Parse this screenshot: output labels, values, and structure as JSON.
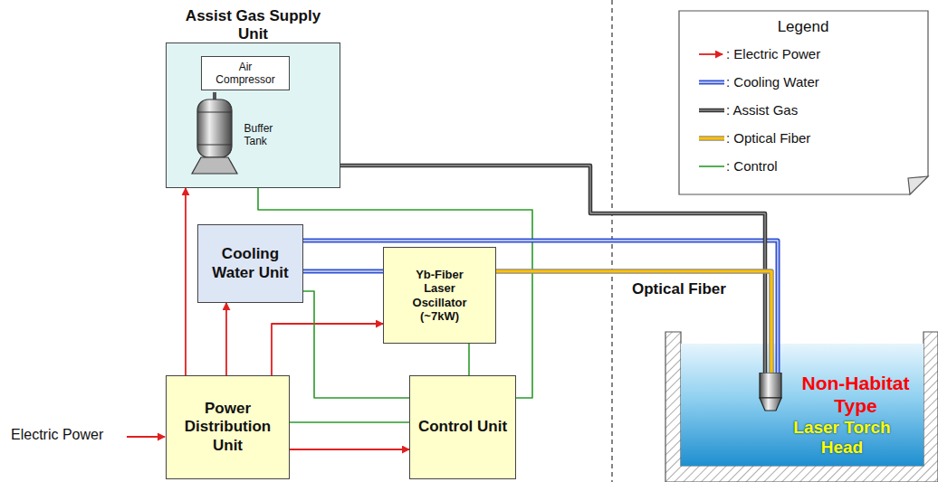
{
  "diagram": {
    "nodes": [
      {
        "text": [
          "Assist Gas Supply Unit"
        ]
      },
      {
        "text": [
          "Air Compressor"
        ],
        "in": 0
      },
      {
        "text": [
          "Buffer Tank"
        ],
        "in": 0
      },
      {
        "text": [
          "Cooling Water Unit"
        ]
      },
      {
        "text": [
          "Yb-Fiber Laser Oscillator (~7kW)"
        ]
      },
      {
        "text": [
          "Power Distribution Unit"
        ]
      },
      {
        "text": [
          "Control Unit"
        ]
      },
      {
        "text": [
          "Non-Habitat Type",
          "Laser Torch Head"
        ]
      }
    ],
    "edges": [
      {
        "from": 5,
        "to": 0,
        "arrow": "to"
      },
      {
        "from": 5,
        "to": 3,
        "arrow": "to"
      },
      {
        "from": 5,
        "to": 4,
        "arrow": "to"
      },
      {
        "from": 5,
        "to": 6,
        "arrow": "to"
      },
      {
        "from": 5,
        "to": 6,
        "arrow": "none"
      },
      {
        "from": 3,
        "to": 6,
        "arrow": "none"
      },
      {
        "from": 4,
        "to": 6,
        "arrow": "none"
      },
      {
        "from": 0,
        "to": 6,
        "arrow": "none"
      },
      {
        "from": 3,
        "to": 4,
        "arrow": "none"
      },
      {
        "from": 3,
        "to": 7,
        "arrow": "none"
      },
      {
        "from": 2,
        "to": 7,
        "arrow": "none"
      },
      {
        "from": 4,
        "to": 7,
        "arrow": "none",
        "label": "Optical Fiber"
      }
    ],
    "labels": [
      "Legend",
      "Electric Power"
    ],
    "legend": [
      {
        "text": ": Electric Power"
      },
      {
        "text": ": Cooling Water"
      },
      {
        "text": ": Assist Gas"
      },
      {
        "text": ": Optical Fiber"
      },
      {
        "text": ": Control"
      }
    ]
  }
}
